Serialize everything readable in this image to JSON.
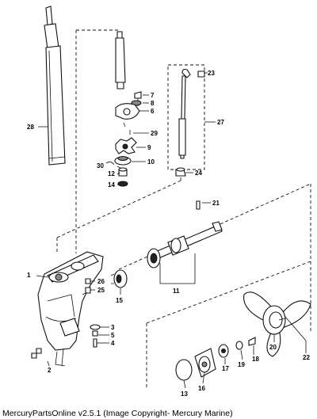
{
  "footer": "MercuryPartsOnline v2.5.1 (Image Copyright- Mercury Marine)",
  "callouts": [
    "1",
    "2",
    "3",
    "4",
    "5",
    "6",
    "7",
    "8",
    "9",
    "10",
    "11",
    "12",
    "13",
    "14",
    "15",
    "16",
    "17",
    "18",
    "19",
    "20",
    "21",
    "22",
    "23",
    "24",
    "25",
    "26",
    "27",
    "28",
    "29",
    "30"
  ]
}
